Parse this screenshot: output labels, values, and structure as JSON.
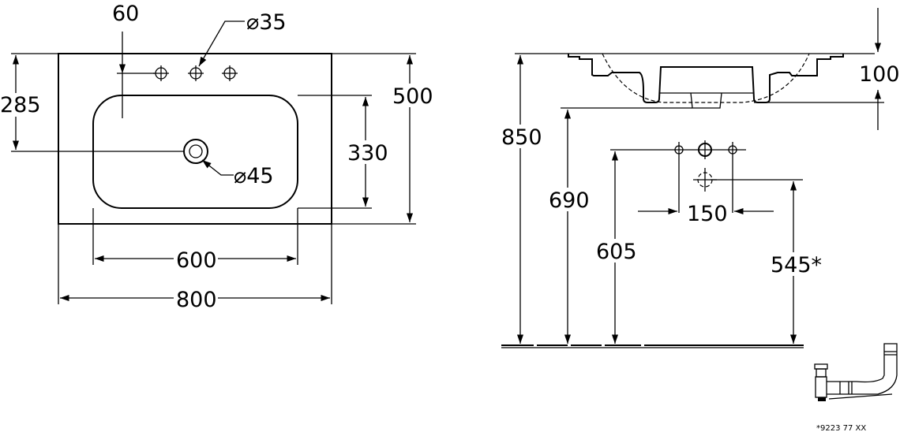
{
  "top_view": {
    "dim_tap_offset": "60",
    "dim_tap_hole": "⌀35",
    "dim_drain_pos": "285",
    "dim_depth": "500",
    "dim_basin_depth": "330",
    "dim_drain_hole": "⌀45",
    "dim_basin_width": "600",
    "dim_width": "800"
  },
  "side_view": {
    "dim_height_total": "850",
    "dim_thickness": "100",
    "dim_underside": "690",
    "dim_tap_holes_height": "605",
    "dim_hole_spacing": "150",
    "dim_drain_height": "545*"
  },
  "accessory": {
    "article_number": "*9223 77 XX"
  }
}
